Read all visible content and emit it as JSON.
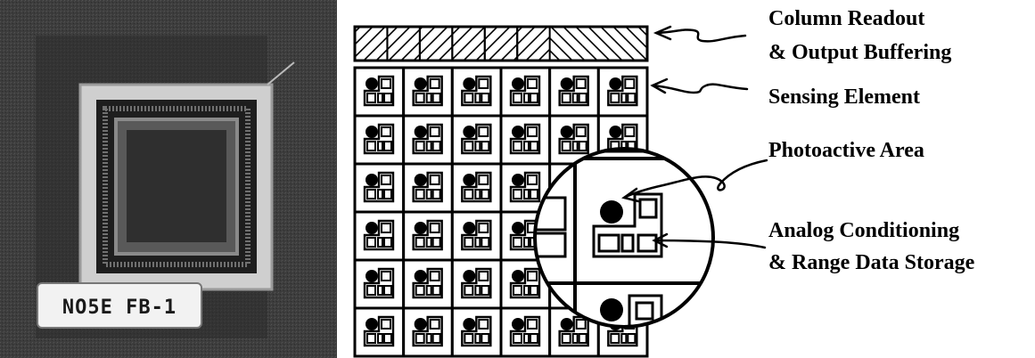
{
  "photo": {
    "chip_label": "NO5E FB-1"
  },
  "annotations": {
    "column_readout": [
      "Column Readout",
      "& Output Buffering"
    ],
    "sensing_element": "Sensing Element",
    "photoactive_area": "Photoactive Area",
    "analog_conditioning": [
      "Analog Conditioning",
      "& Range Data Storage"
    ]
  },
  "grid": {
    "columns": 6,
    "rows": 6
  },
  "colors": {
    "ink": "#000000",
    "photo_background": "#3a3a3a",
    "paper": "#ffffff"
  }
}
